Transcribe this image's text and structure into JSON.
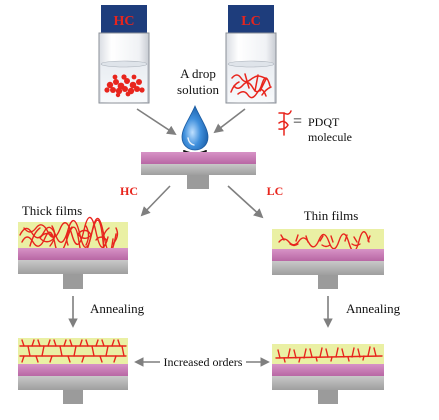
{
  "vials": {
    "hc_label": "HC",
    "lc_label": "LC"
  },
  "drop_label": {
    "line1": "A drop",
    "line2": "solution"
  },
  "legend": {
    "equals": "=",
    "line1": "PDQT",
    "line2": "molecule"
  },
  "branches": {
    "hc": "HC",
    "lc": "LC"
  },
  "films": {
    "thick": "Thick films",
    "thin": "Thin films"
  },
  "steps": {
    "annealing_left": "Annealing",
    "annealing_right": "Annealing"
  },
  "bottom_label": "Increased orders",
  "colors": {
    "red": "#e8251d",
    "magenta": "#c87bb4",
    "gray": "#b8b8b8",
    "film": "#eaf0a4",
    "vial_cap": "#1e3d7c",
    "arrow": "#7f7f7f",
    "drop": "#2f7fd0"
  },
  "icons": [
    "vial-hc-icon",
    "vial-lc-icon",
    "drop-icon",
    "arrow-icon",
    "molecule-icon"
  ]
}
